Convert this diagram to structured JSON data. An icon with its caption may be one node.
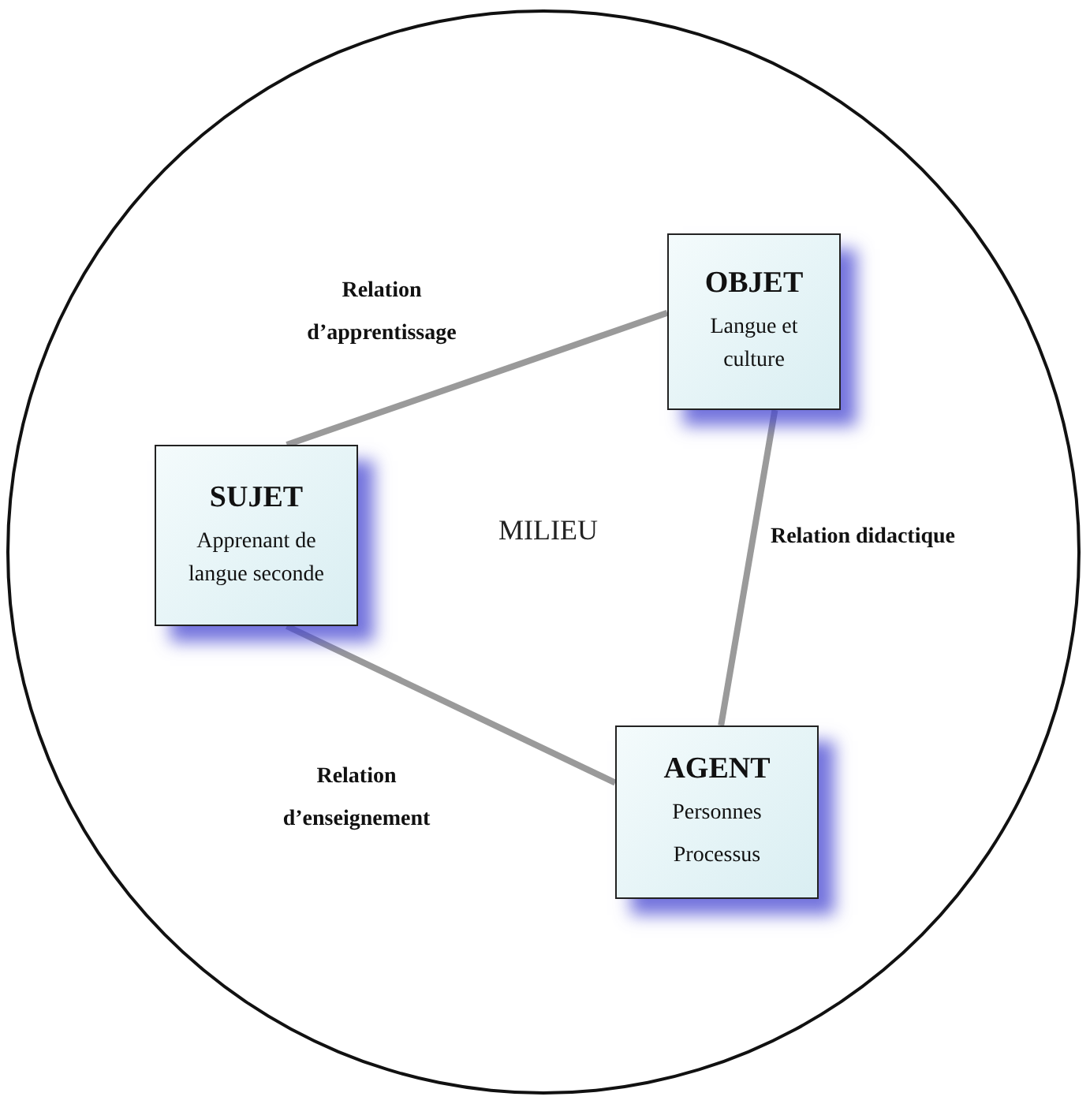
{
  "diagram": {
    "nodes": [
      {
        "text": [
          "MILIEU"
        ]
      },
      {
        "text": [
          "OBJET",
          "Langue et culture"
        ],
        "in": 0
      },
      {
        "text": [
          "SUJET",
          "Apprenant de langue seconde"
        ],
        "in": 0
      },
      {
        "text": [
          "AGENT",
          "Personnes",
          "Processus"
        ],
        "in": 0
      }
    ],
    "edges": [
      {
        "from": 2,
        "to": 1,
        "arrow": "none",
        "label": "Relation d’apprentissage"
      },
      {
        "from": 1,
        "to": 3,
        "arrow": "none",
        "label": "Relation didactique"
      },
      {
        "from": 2,
        "to": 3,
        "arrow": "none",
        "label": "Relation d’enseignement"
      }
    ]
  }
}
